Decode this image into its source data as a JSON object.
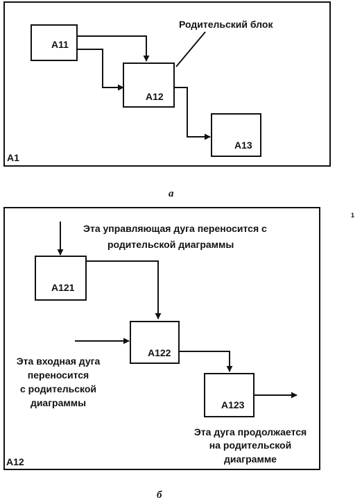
{
  "diagram_a": {
    "frame_label": "A1",
    "parent_block_label": "Родительский блок",
    "blocks": {
      "a11": "A11",
      "a12": "A12",
      "a13": "A13"
    },
    "caption": "а"
  },
  "diagram_b": {
    "frame_label": "A12",
    "blocks": {
      "a121": "A121",
      "a122": "A122",
      "a123": "A123"
    },
    "control_note": [
      "Эта управляющая дуга переносится с",
      "родительской диаграммы"
    ],
    "input_note": [
      "Эта входная дуга",
      "переносится",
      "с родительской",
      "диаграммы"
    ],
    "output_note": [
      "Эта дуга продолжается",
      "на родительской",
      "диаграмме"
    ],
    "caption": "б"
  },
  "margin_mark": "1"
}
